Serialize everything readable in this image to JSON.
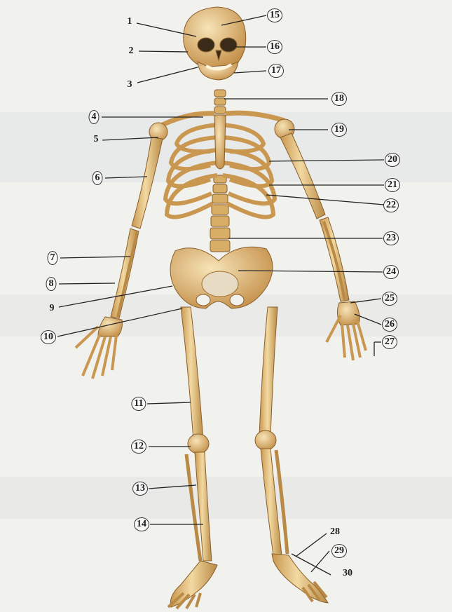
{
  "figure": {
    "labels": [
      "1",
      "2",
      "3",
      "4",
      "5",
      "6",
      "7",
      "8",
      "9",
      "10",
      "11",
      "12",
      "13",
      "14",
      "15",
      "16",
      "17",
      "18",
      "19",
      "20",
      "21",
      "22",
      "23",
      "24",
      "25",
      "26",
      "27",
      "28",
      "29",
      "30"
    ]
  },
  "colors": {
    "background": "#f1f1ee",
    "bone": "#e8c888",
    "bone_dark": "#b98a45",
    "rib_shadow": "#8fa6b8",
    "leader_line": "#222222"
  }
}
